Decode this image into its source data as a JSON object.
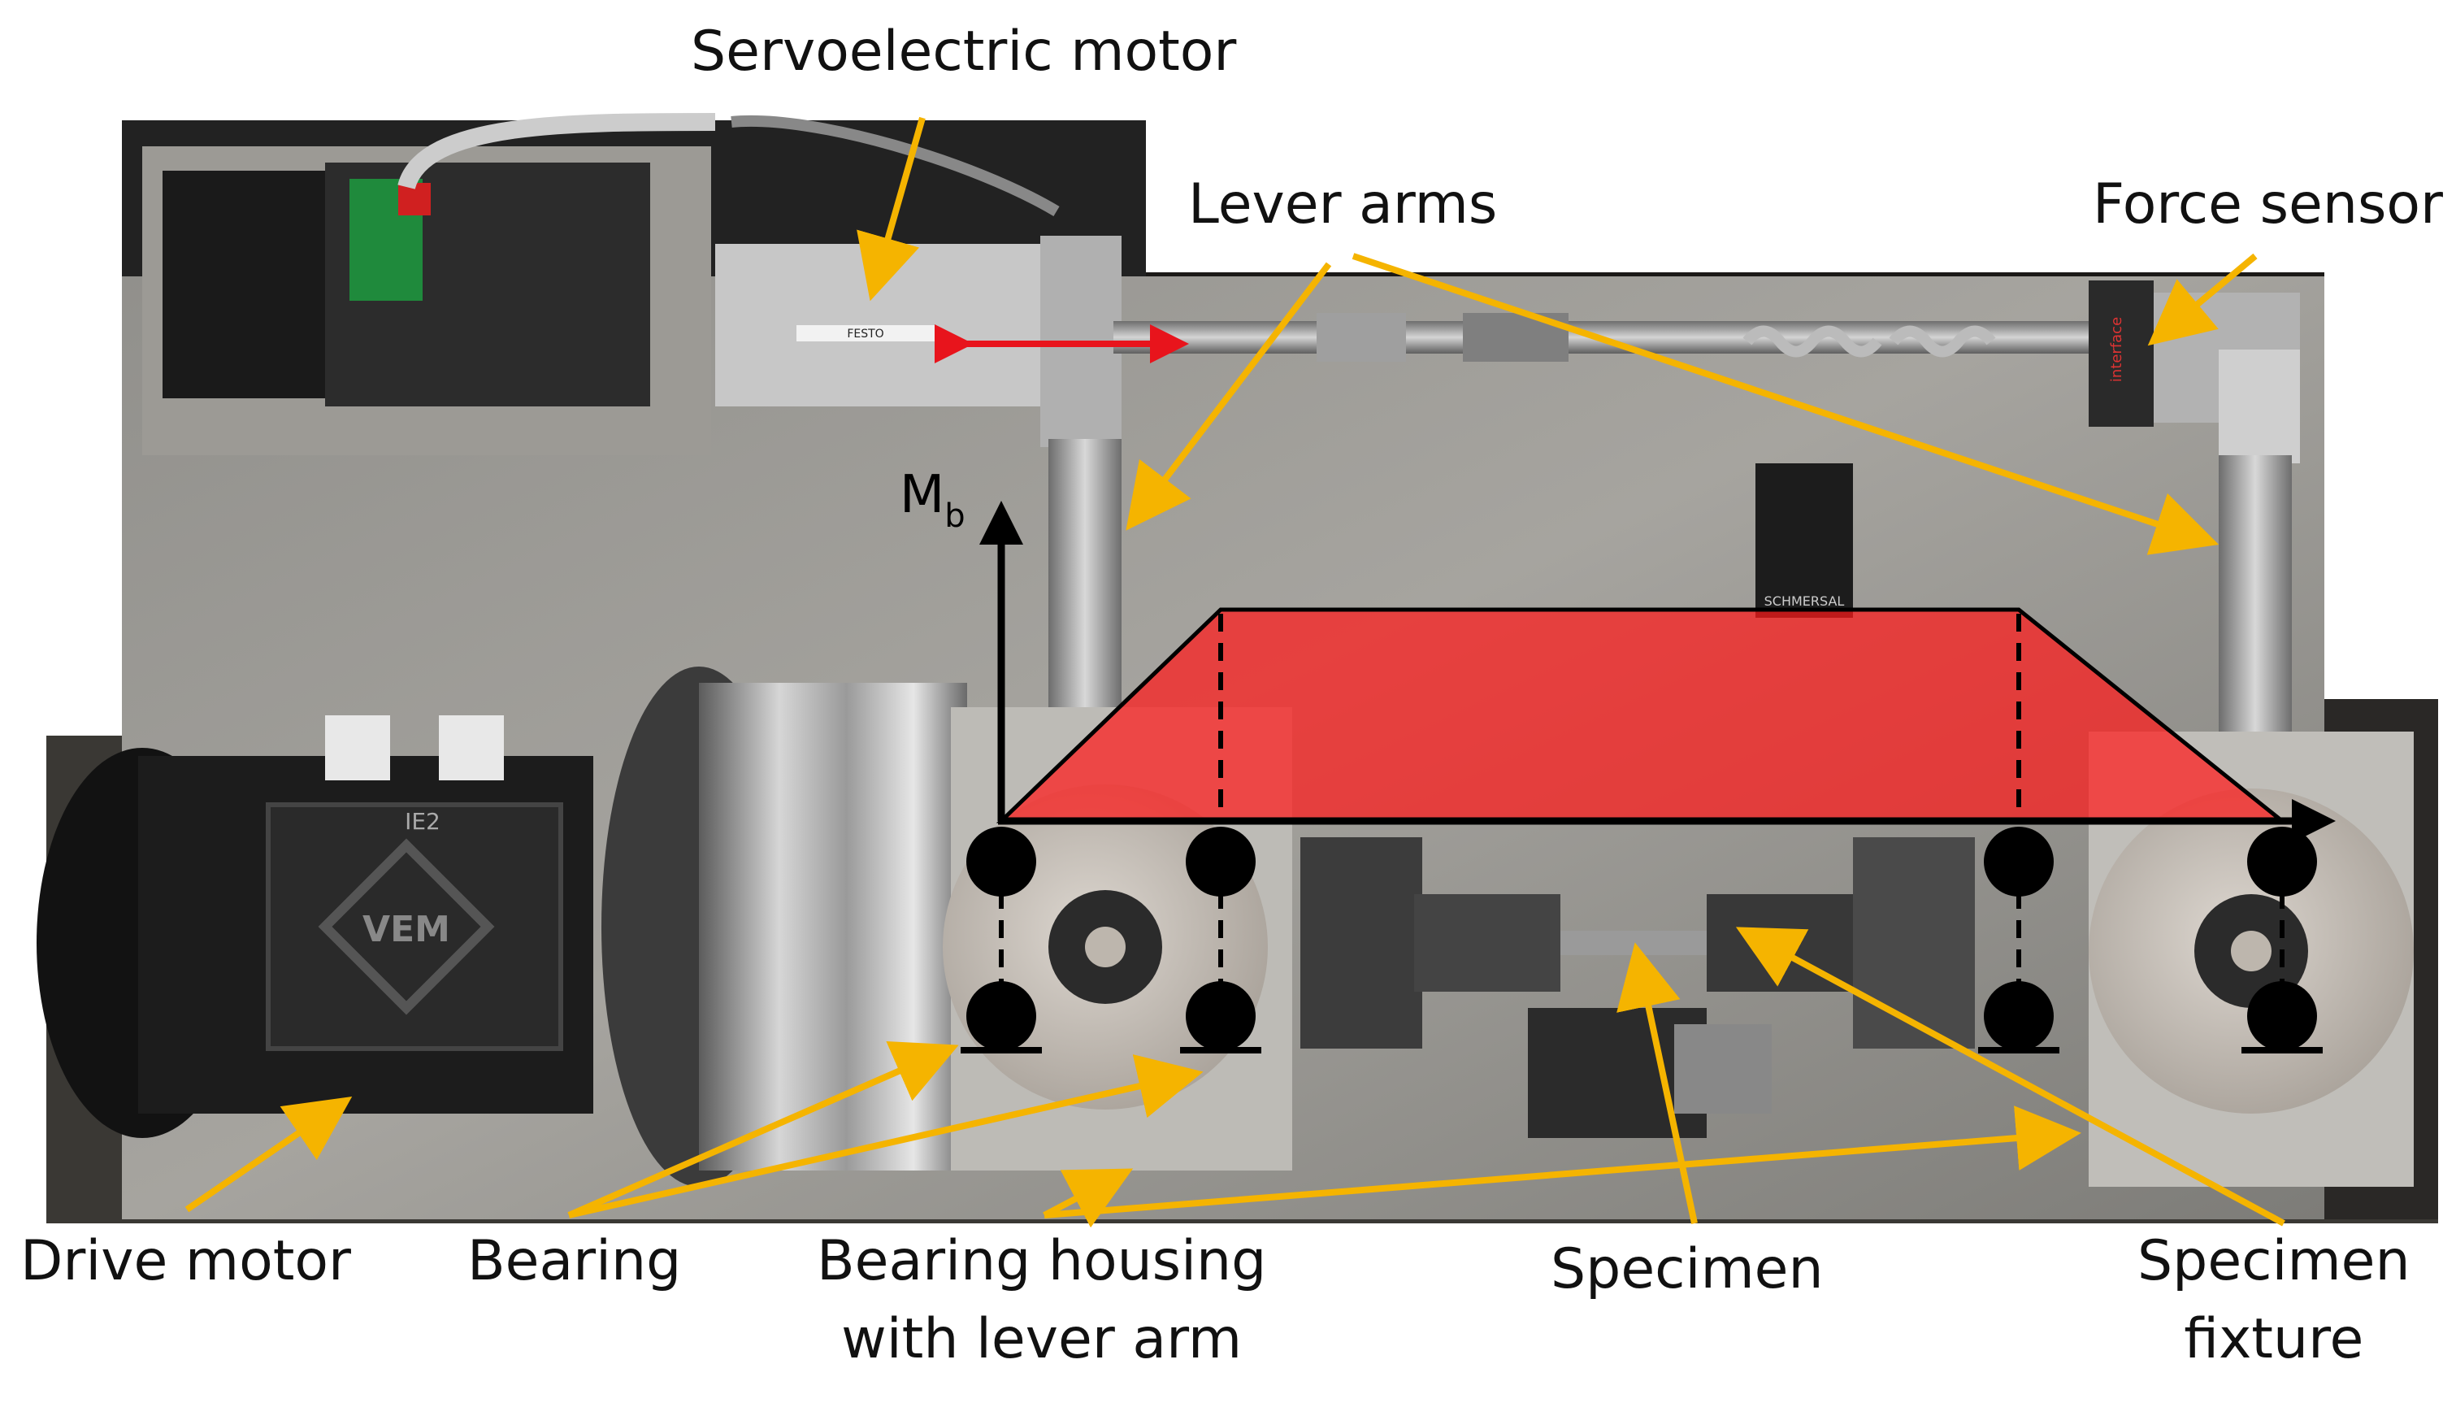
{
  "labels": {
    "servo_motor": "Servoelectric motor",
    "lever_arms": "Lever arms",
    "force_sensor": "Force sensor",
    "drive_motor": "Drive motor",
    "bearing": "Bearing",
    "bearing_housing_line1": "Bearing housing",
    "bearing_housing_line2": "with lever arm",
    "specimen": "Specimen",
    "specimen_fixture_line1": "Specimen",
    "specimen_fixture_line2": "fixture"
  },
  "moment_axis": {
    "symbol": "M",
    "subscript": "b"
  },
  "colors": {
    "annotation_arrow": "#f5b400",
    "travel_arrow": "#e8141c",
    "moment_overlay": "#ff1a1a",
    "support_dot": "#000000",
    "background": "#ffffff"
  },
  "device_text": {
    "motor_plate": "IE2",
    "motor_brand": "VEM",
    "servo_brand": "FESTO",
    "sensor_brand": "interface",
    "switch_brand": "SCHMERSAL"
  }
}
